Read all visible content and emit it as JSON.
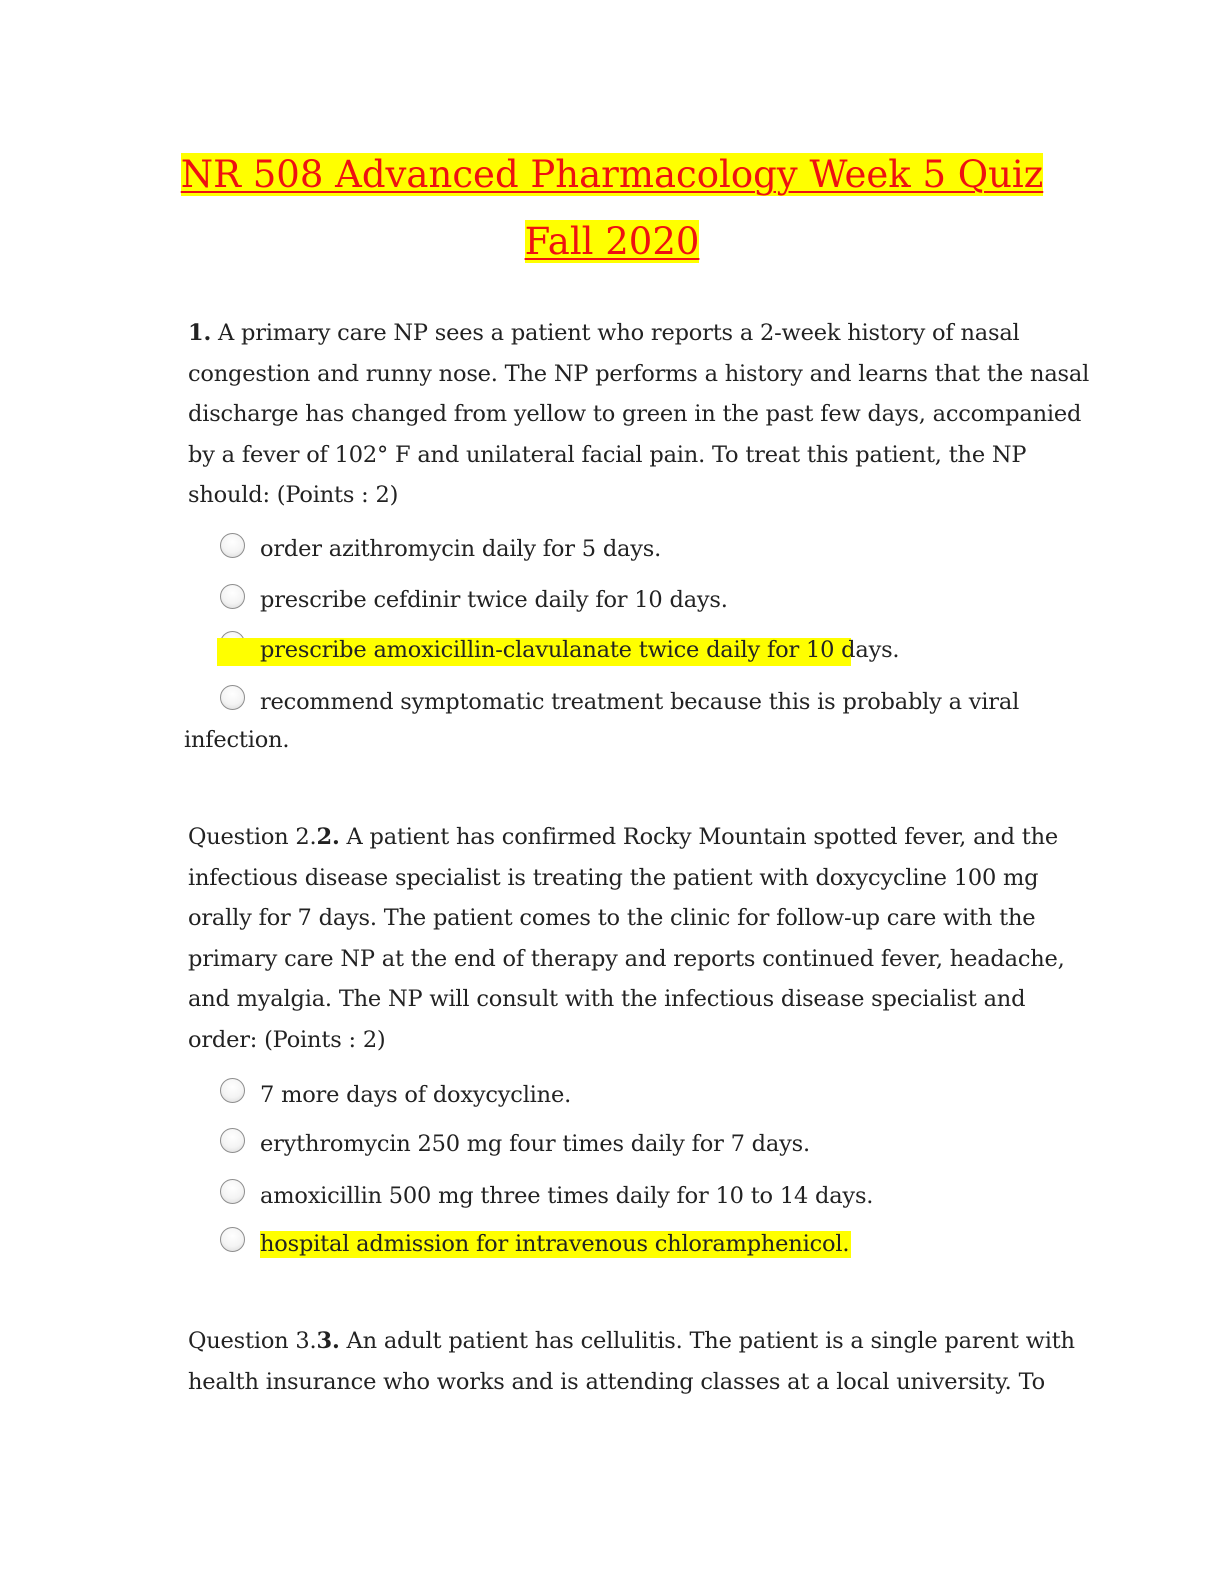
{
  "title": {
    "line1": "NR 508 Advanced Pharmacology Week 5 Quiz ",
    "line2": "Fall 2020"
  },
  "questions": [
    {
      "number": "1.",
      "prefix": "",
      "stem_lines": [
        " A primary care NP sees a patient who reports a 2-week history of nasal",
        "congestion and runny nose. The NP performs a history and learns that the nasal",
        "discharge has changed from yellow to green in the past few days, accompanied",
        "by a fever of 102° F and unilateral facial pain. To treat this patient, the NP",
        "should: (Points : 2)"
      ],
      "options": [
        {
          "text": "order azithromycin daily for 5 days.",
          "highlighted": false
        },
        {
          "text": "prescribe cefdinir twice daily for 10 days.",
          "highlighted": false
        },
        {
          "text": "prescribe amoxicillin-clavulanate twice daily for 10 days.",
          "highlighted": true
        },
        {
          "text": "recommend symptomatic treatment because this is probably a viral",
          "continuation": "infection.",
          "highlighted": false
        }
      ]
    },
    {
      "number": "2.",
      "prefix": "Question 2.",
      "stem_lines": [
        " A patient has confirmed Rocky Mountain spotted fever, and the",
        "infectious disease specialist is treating the patient with doxycycline 100 mg",
        "orally for 7 days. The patient comes to the clinic for follow-up care with the",
        "primary care NP at the end of therapy and reports continued fever, headache,",
        "and myalgia. The NP will consult with the infectious disease specialist and",
        "order: (Points : 2)"
      ],
      "options": [
        {
          "text": "7 more days of doxycycline.",
          "highlighted": false
        },
        {
          "text": "erythromycin 250 mg four times daily for 7 days.",
          "highlighted": false
        },
        {
          "text": "amoxicillin 500 mg three times daily for 10 to 14 days.",
          "highlighted": false
        },
        {
          "text": "hospital admission for intravenous chloramphenicol.",
          "highlighted": true
        }
      ]
    },
    {
      "number": "3.",
      "prefix": "Question 3.",
      "stem_lines": [
        " An adult patient has cellulitis. The patient is a single parent with",
        "health insurance who works and is attending classes at a local university. To"
      ]
    }
  ]
}
